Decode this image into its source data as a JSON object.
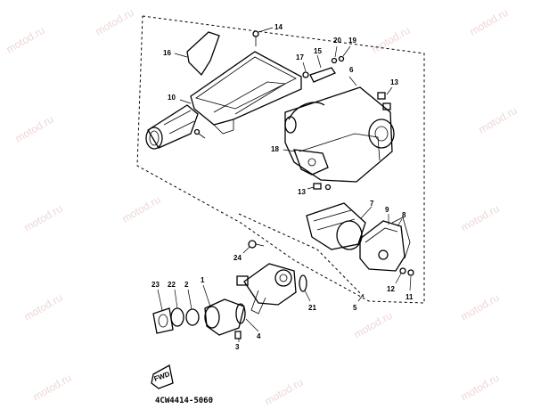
{
  "diagram": {
    "code": "4CW4414-5060",
    "fwd_label": "FWD",
    "watermark": "motod.ru",
    "labels": {
      "p1": "1",
      "p2": "2",
      "p3": "3",
      "p4": "4",
      "p5": "5",
      "p6": "6",
      "p7": "7",
      "p8": "8",
      "p9": "9",
      "p10": "10",
      "p11": "11",
      "p12": "12",
      "p13a": "13",
      "p13b": "13",
      "p14": "14",
      "p15": "15",
      "p16": "16",
      "p17": "17",
      "p18": "18",
      "p19": "19",
      "p20": "20",
      "p21": "21",
      "p22": "22",
      "p23": "23",
      "p24": "24"
    },
    "colors": {
      "line": "#000000",
      "watermark": "#d9a5a5",
      "background": "#ffffff"
    }
  }
}
